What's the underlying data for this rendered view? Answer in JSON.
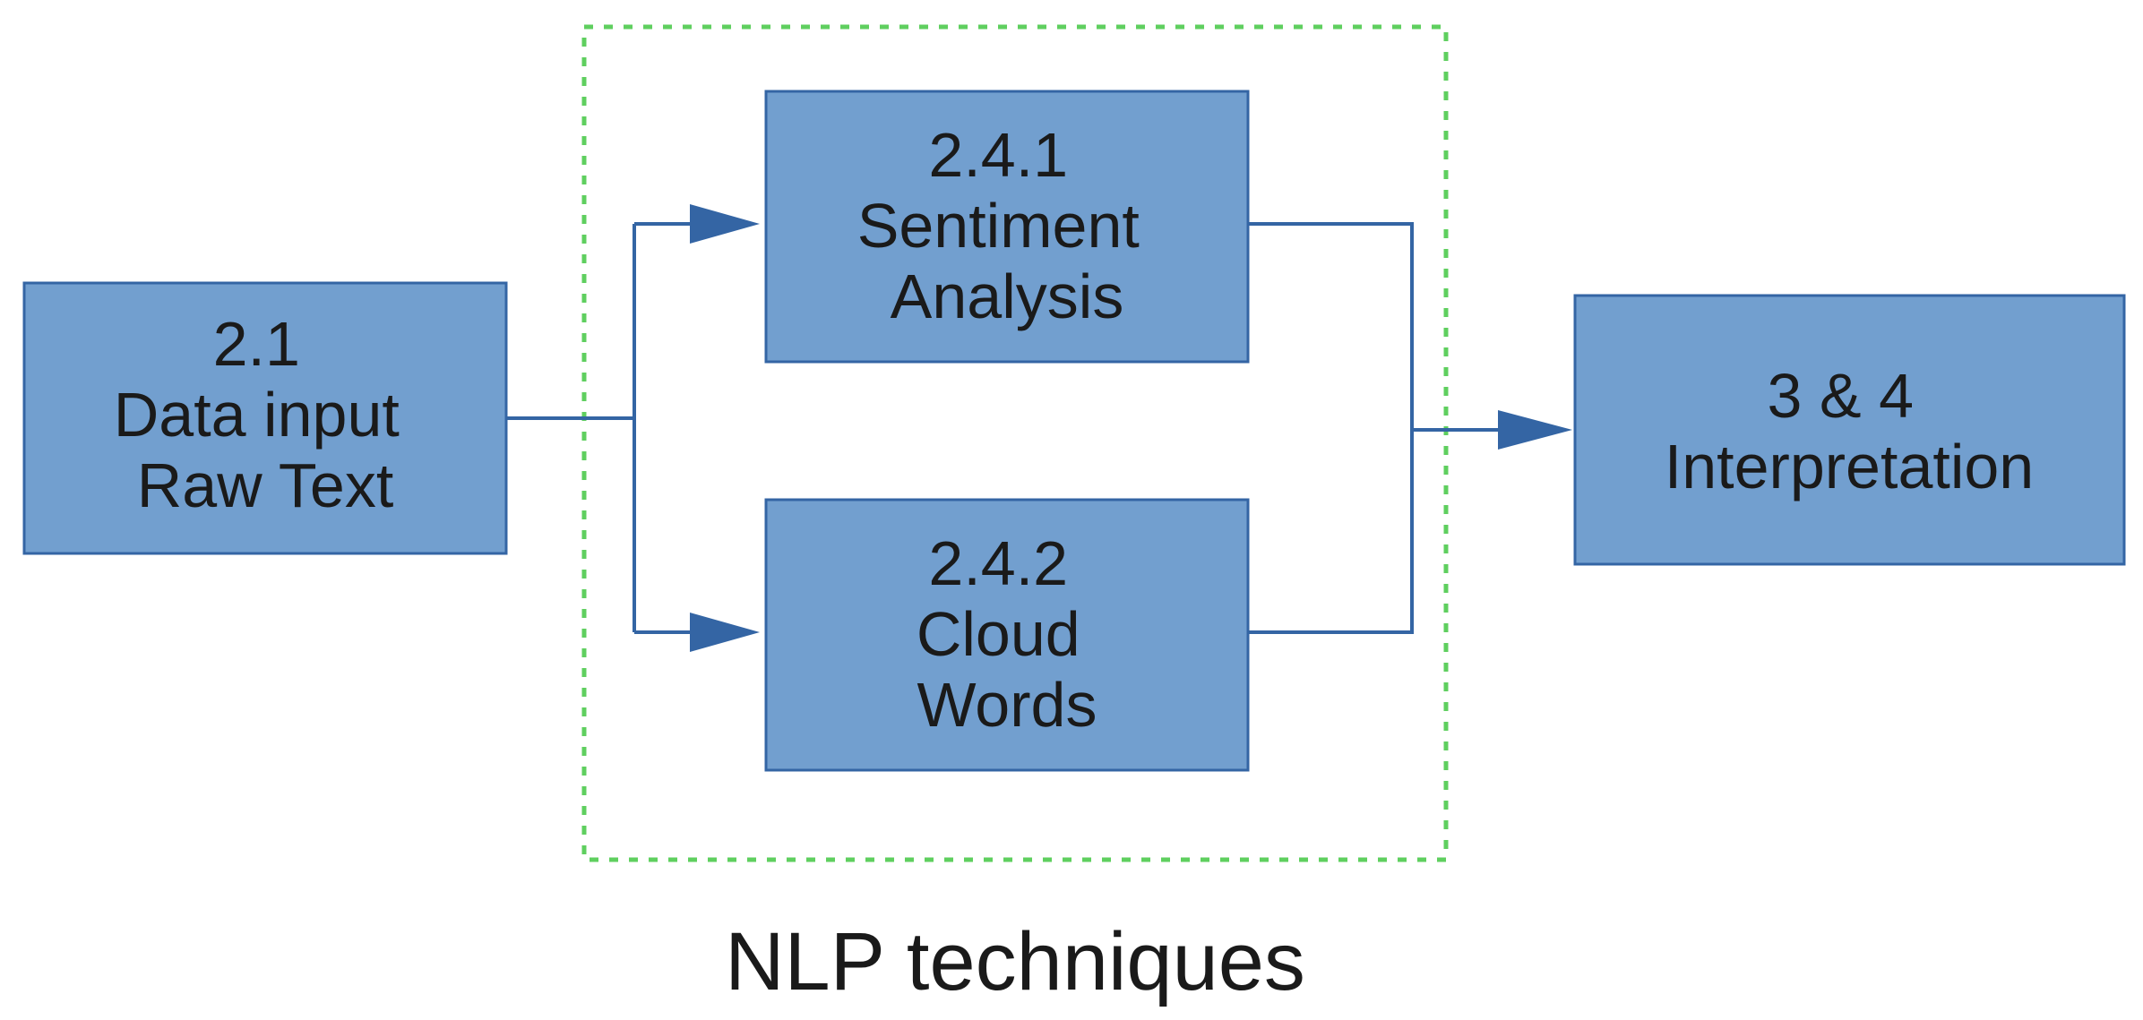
{
  "nodes": {
    "input": {
      "lines": [
        "2.1",
        "Data input",
        "Raw Text"
      ]
    },
    "sentiment": {
      "lines": [
        "2.4.1",
        "Sentiment",
        "Analysis"
      ]
    },
    "cloud": {
      "lines": [
        "2.4.2",
        "Cloud",
        "Words"
      ]
    },
    "interpretation": {
      "lines": [
        "3 & 4",
        "Interpretation"
      ]
    }
  },
  "group": {
    "label": "NLP techniques"
  },
  "colors": {
    "box_fill": "#729fcf",
    "box_border": "#3465a4",
    "connector": "#3465a4",
    "group_border": "#5fcf5f"
  }
}
